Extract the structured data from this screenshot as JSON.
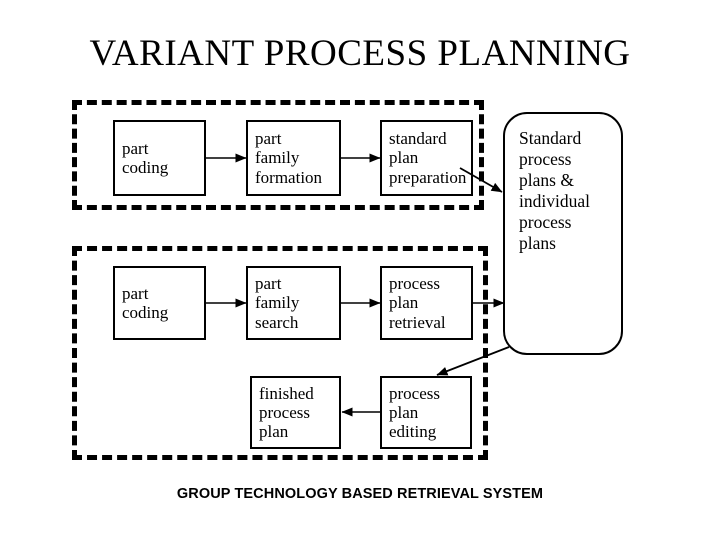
{
  "title": "VARIANT PROCESS PLANNING",
  "caption": "GROUP TECHNOLOGY BASED RETRIEVAL SYSTEM",
  "colors": {
    "stroke": "#000000",
    "background": "#ffffff"
  },
  "chart_data": {
    "type": "diagram",
    "title": "VARIANT PROCESS PLANNING",
    "subtitle": "GROUP TECHNOLOGY BASED RETRIEVAL SYSTEM",
    "nodes": [
      {
        "id": "part-coding-1",
        "label": "part coding",
        "lines": [
          "part",
          "coding"
        ],
        "shape": "rect",
        "group": "preparatory-stage"
      },
      {
        "id": "family-formation",
        "label": "part family formation",
        "lines": [
          "part",
          "family",
          "formation"
        ],
        "shape": "rect",
        "group": "preparatory-stage"
      },
      {
        "id": "std-plan-prep",
        "label": "standard plan preparation",
        "lines": [
          "standard",
          "plan",
          "preparation"
        ],
        "shape": "rect",
        "group": "preparatory-stage"
      },
      {
        "id": "part-coding-2",
        "label": "part coding",
        "lines": [
          "part",
          "coding"
        ],
        "shape": "rect",
        "group": "production-stage"
      },
      {
        "id": "family-search",
        "label": "part family search",
        "lines": [
          "part",
          "family",
          "search"
        ],
        "shape": "rect",
        "group": "production-stage"
      },
      {
        "id": "plan-retrieval",
        "label": "process plan retrieval",
        "lines": [
          "process",
          "plan",
          "retrieval"
        ],
        "shape": "rect",
        "group": "production-stage"
      },
      {
        "id": "plan-editing",
        "label": "process plan editing",
        "lines": [
          "process",
          "plan",
          "editing"
        ],
        "shape": "rect",
        "group": "production-stage"
      },
      {
        "id": "finished-plan",
        "label": "finished process plan",
        "lines": [
          "finished",
          "process",
          "plan"
        ],
        "shape": "rect",
        "group": "production-stage"
      },
      {
        "id": "plan-database",
        "label": "Standard process plans & individual process plans",
        "lines": [
          "Standard",
          "process",
          "plans  &",
          "individual",
          "process",
          "plans"
        ],
        "shape": "rounded-rect",
        "group": "data-store"
      }
    ],
    "edges": [
      {
        "from": "part-coding-1",
        "to": "family-formation",
        "style": "solid-arrow",
        "direction": "right"
      },
      {
        "from": "family-formation",
        "to": "std-plan-prep",
        "style": "solid-arrow",
        "direction": "right"
      },
      {
        "from": "std-plan-prep",
        "to": "plan-database",
        "style": "solid-arrow",
        "direction": "diagonal-down-right"
      },
      {
        "from": "part-coding-2",
        "to": "family-search",
        "style": "solid-arrow",
        "direction": "right"
      },
      {
        "from": "family-search",
        "to": "plan-retrieval",
        "style": "solid-arrow",
        "direction": "right"
      },
      {
        "from": "plan-retrieval",
        "to": "plan-database",
        "style": "solid-arrow",
        "direction": "right"
      },
      {
        "from": "plan-database",
        "to": "plan-editing",
        "style": "solid-arrow",
        "direction": "diagonal-down-left"
      },
      {
        "from": "plan-editing",
        "to": "finished-plan",
        "style": "solid-arrow",
        "direction": "left"
      }
    ],
    "groups": [
      {
        "id": "preparatory-stage",
        "border": "dashed",
        "label": ""
      },
      {
        "id": "production-stage",
        "border": "dashed",
        "label": ""
      }
    ]
  },
  "diagram": {
    "row1": {
      "part_coding": {
        "line1": "part",
        "line2": "coding"
      },
      "family_formation": {
        "line1": "part",
        "line2": "family",
        "line3": "formation"
      },
      "std_plan_preparation": {
        "line1": "standard",
        "line2": "plan",
        "line3": "preparation"
      }
    },
    "row2": {
      "part_coding": {
        "line1": "part",
        "line2": "coding"
      },
      "family_search": {
        "line1": "part",
        "line2": "family",
        "line3": "search"
      },
      "plan_retrieval": {
        "line1": "process",
        "line2": "plan",
        "line3": "retrieval"
      }
    },
    "row3": {
      "finished_plan": {
        "line1": "finished",
        "line2": "process",
        "line3": "plan"
      },
      "plan_editing": {
        "line1": "process",
        "line2": "plan",
        "line3": "editing"
      }
    },
    "store": {
      "line1": "Standard",
      "line2": "process",
      "line3": "plans  &",
      "line4": "individual",
      "line5": "process",
      "line6": "plans"
    }
  }
}
